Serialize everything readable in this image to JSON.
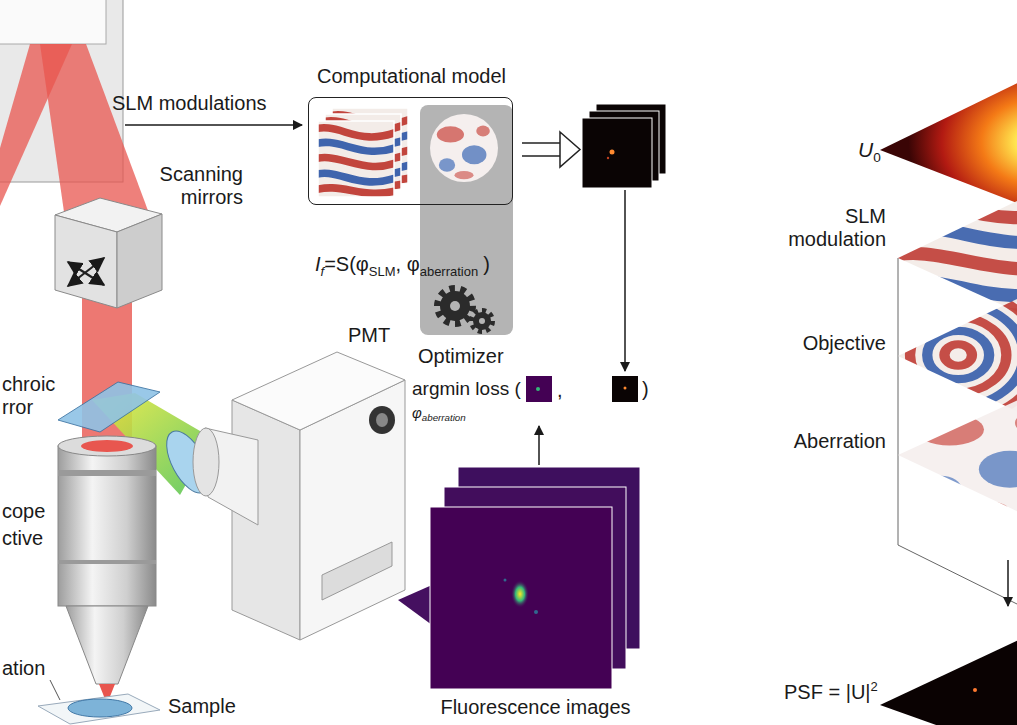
{
  "diagram": {
    "nodes": [
      {
        "text": [
          "Computational model"
        ]
      },
      {
        "text": [
          "Scanning mirrors"
        ]
      },
      {
        "text": [
          "PMT"
        ]
      },
      {
        "text": [
          "Optimizer"
        ]
      },
      {
        "text": [
          "Fluorescence images"
        ]
      }
    ],
    "edges": [
      {
        "from": 4,
        "to": 3,
        "arrow": "to"
      }
    ],
    "labels": [
      "SLM modulations",
      "I",
      "f",
      "=S(φ",
      "SLM",
      ", φ",
      "aberration",
      ")",
      "argmin loss (",
      ",",
      ")",
      "φ",
      "aberration",
      "chroic rror",
      "cope ctive",
      "ation",
      "Sample",
      "U",
      "0",
      "SLM modulation",
      "Objective",
      "Aberration",
      "PSF = |U|",
      "2"
    ]
  }
}
